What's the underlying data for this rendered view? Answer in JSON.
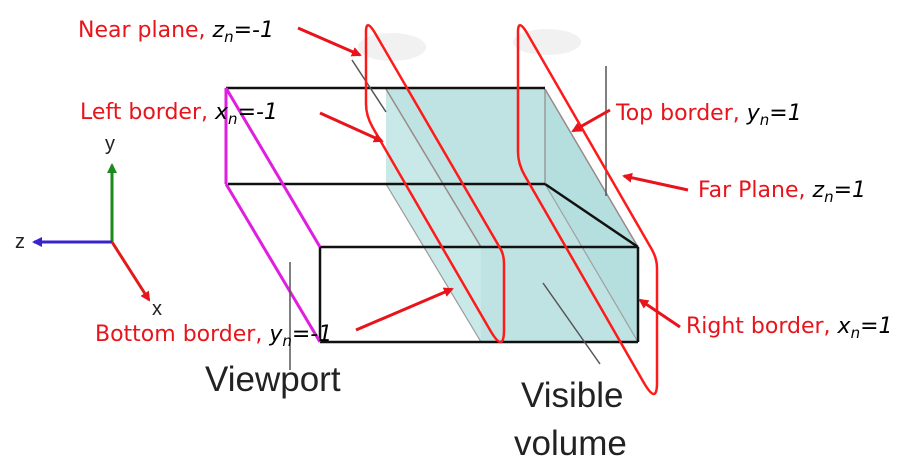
{
  "labels": {
    "near_plane": {
      "text": "Near plane,",
      "var": "z",
      "sub": "n",
      "val": "=-1"
    },
    "left_border": {
      "text": "Left border,",
      "var": "x",
      "sub": "n",
      "val": "=-1"
    },
    "top_border": {
      "text": "Top border,",
      "var": "y",
      "sub": "n",
      "val": "=1"
    },
    "far_plane": {
      "text": "Far Plane,",
      "var": "z",
      "sub": "n",
      "val": "=1"
    },
    "bottom_border": {
      "text": "Bottom border,",
      "var": "y",
      "sub": "n",
      "val": "=-1"
    },
    "right_border": {
      "text": "Right border,",
      "var": "x",
      "sub": "n",
      "val": "=1"
    }
  },
  "axes": {
    "x": "x",
    "y": "y",
    "z": "z"
  },
  "captions": {
    "viewport": "Viewport",
    "visible_line1": "Visible",
    "visible_line2": "volume"
  },
  "colors": {
    "label_red": "#e8141b",
    "plane_red": "#ff1a1a",
    "volume_fill": "#bfe3e3",
    "viewport_magenta": "#e01ee0",
    "axis_y_green": "#1a8a1a",
    "axis_z_blue": "#3a22cc",
    "axis_x_red": "#e01b1b"
  }
}
